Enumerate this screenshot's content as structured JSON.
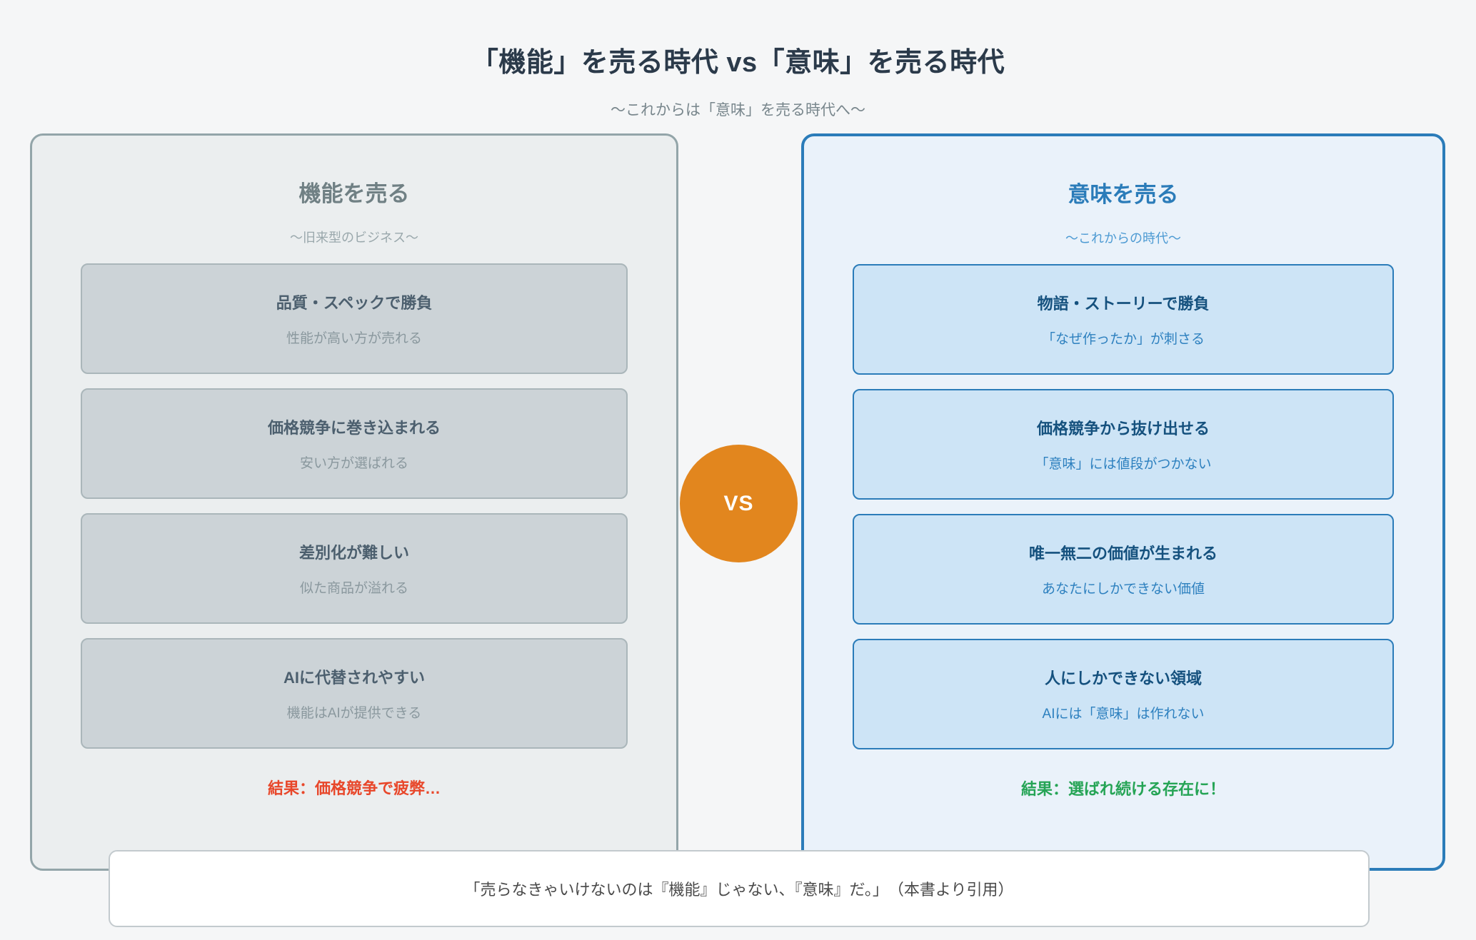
{
  "header": {
    "title": "「機能」を売る時代 vs「意味」を売る時代",
    "subtitle": "〜これからは「意味」を売る時代へ〜"
  },
  "vs_badge": {
    "label": "VS"
  },
  "left_panel": {
    "heading": "機能を売る",
    "subheading": "〜旧来型のビジネス〜",
    "cards": [
      {
        "title": "品質・スペックで勝負",
        "sub": "性能が高い方が売れる"
      },
      {
        "title": "価格競争に巻き込まれる",
        "sub": "安い方が選ばれる"
      },
      {
        "title": "差別化が難しい",
        "sub": "似た商品が溢れる"
      },
      {
        "title": "AIに代替されやすい",
        "sub": "機能はAIが提供できる"
      }
    ],
    "result": "結果：価格競争で疲弊…"
  },
  "right_panel": {
    "heading": "意味を売る",
    "subheading": "〜これからの時代〜",
    "cards": [
      {
        "title": "物語・ストーリーで勝負",
        "sub": "「なぜ作ったか」が刺さる"
      },
      {
        "title": "価格競争から抜け出せる",
        "sub": "「意味」には値段がつかない"
      },
      {
        "title": "唯一無二の価値が生まれる",
        "sub": "あなたにしかできない価値"
      },
      {
        "title": "人にしかできない領域",
        "sub": "AIには「意味」は作れない"
      }
    ],
    "result": "結果：選ばれ続ける存在に！"
  },
  "quote": {
    "text": "「売らなきゃいけないのは『機能』じゃない、『意味』だ。」　（本書より引用）"
  },
  "colors": {
    "page_background": "#f5f6f7",
    "title": "#2b3a4a",
    "left_border": "#93a5a9",
    "left_background": "#ebeeef",
    "right_border": "#2b7cb9",
    "right_background": "#eaf2fa",
    "vs_badge": "#e2861e",
    "result_left": "#e8472a",
    "result_right": "#25a455"
  }
}
